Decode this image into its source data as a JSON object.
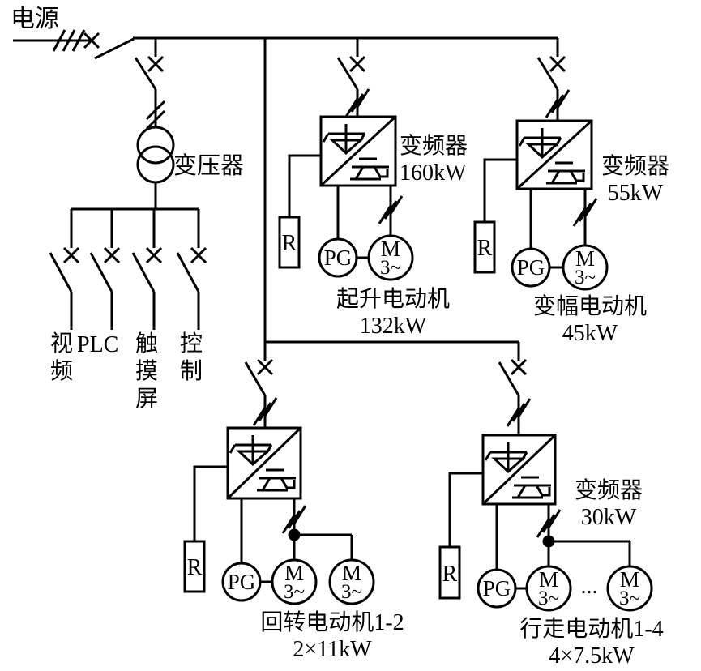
{
  "diagram": {
    "power_source": "电源",
    "transformer": "变压器",
    "feeders": {
      "video": "视频",
      "plc": "PLC",
      "touch_screen": "触摸屏",
      "control": "控制"
    },
    "symbols": {
      "resistor": "R",
      "encoder": "PG",
      "motor": "M",
      "motor_phase": "3~",
      "ellipsis": "..."
    },
    "hoist": {
      "inverter": "变频器",
      "inverter_power": "160kW",
      "motor": "起升电动机",
      "motor_power": "132kW"
    },
    "luffing": {
      "inverter": "变频器",
      "inverter_power": "55kW",
      "motor": "变幅电动机",
      "motor_power": "45kW"
    },
    "slewing": {
      "motor": "回转电动机1-2",
      "motor_power": "2×11kW"
    },
    "travel": {
      "inverter": "变频器",
      "inverter_power": "30kW",
      "motor": "行走电动机1-4",
      "motor_power": "4×7.5kW"
    }
  }
}
